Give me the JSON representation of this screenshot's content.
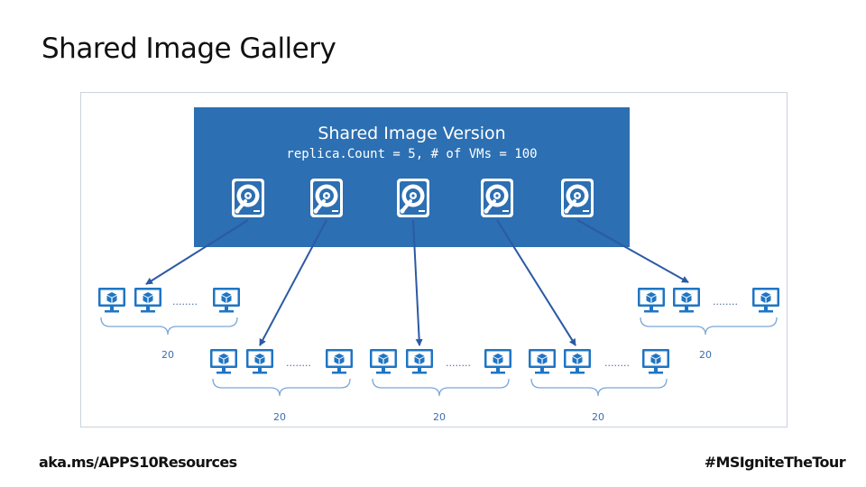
{
  "slide": {
    "title": "Shared Image Gallery"
  },
  "diagram": {
    "version_box": {
      "title": "Shared Image Version",
      "subtitle": "replica.Count = 5, # of VMs = 100"
    },
    "replica_count": 5,
    "groups": [
      {
        "count_label": "20",
        "ellipsis": "........"
      },
      {
        "count_label": "20",
        "ellipsis": "........"
      },
      {
        "count_label": "20",
        "ellipsis": "........"
      },
      {
        "count_label": "20",
        "ellipsis": "........"
      },
      {
        "count_label": "20",
        "ellipsis": "........"
      }
    ],
    "colors": {
      "box": "#2c6fb2",
      "vm": "#1f75c4",
      "arrow": "#2b5aa4",
      "brace": "#7aa6d6",
      "label": "#3a6fb0"
    },
    "icons": {
      "replica": "disk-icon",
      "vm": "vm-monitor-icon"
    }
  },
  "footer": {
    "left": "aka.ms/APPS10Resources",
    "right": "#MSIgniteTheTour"
  }
}
